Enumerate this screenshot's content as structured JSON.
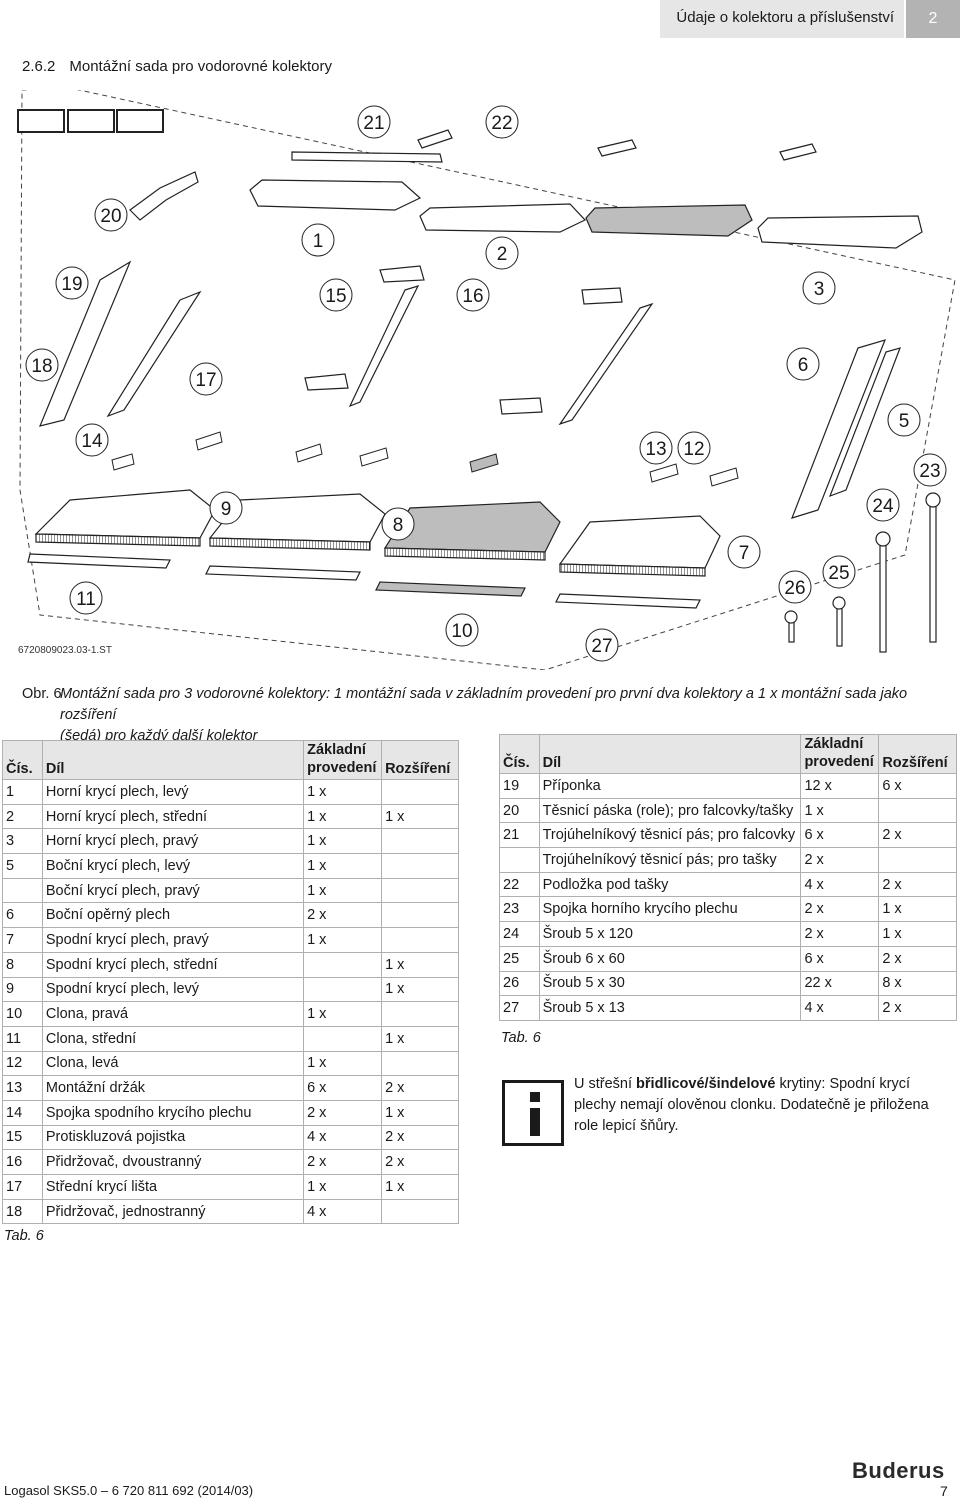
{
  "header": {
    "title": "Údaje o kolektoru a příslušenství",
    "chapter": "2"
  },
  "section": {
    "number": "2.6.2",
    "title": "Montážní sada pro vodorovné kolektory"
  },
  "figure": {
    "code": "6720809023.03-1.ST",
    "callouts": [
      "1",
      "2",
      "3",
      "5",
      "6",
      "7",
      "8",
      "9",
      "10",
      "11",
      "12",
      "13",
      "14",
      "15",
      "16",
      "17",
      "18",
      "19",
      "20",
      "21",
      "22",
      "23",
      "24",
      "25",
      "26",
      "27"
    ]
  },
  "caption": {
    "label": "Obr.",
    "number": "6",
    "text_line1": "Montážní sada pro 3 vodorovné kolektory: 1 montážní sada v základním provedení pro první dva kolektory a 1 x montážní sada jako rozšíření",
    "text_line2": "(šedá) pro každý další kolektor"
  },
  "table_headers": {
    "num": "Čís.",
    "part": "Díl",
    "base_line1": "Základní",
    "base_line2": "provedení",
    "ext": "Rozšíření"
  },
  "table_left": [
    {
      "num": "1",
      "part": "Horní krycí plech, levý",
      "base": "1 x",
      "ext": ""
    },
    {
      "num": "2",
      "part": "Horní krycí plech, střední",
      "base": "1 x",
      "ext": "1 x"
    },
    {
      "num": "3",
      "part": "Horní krycí plech, pravý",
      "base": "1 x",
      "ext": ""
    },
    {
      "num": "5",
      "part": "Boční krycí plech, levý",
      "base": "1 x",
      "ext": ""
    },
    {
      "num": "",
      "part": "Boční krycí plech, pravý",
      "base": "1 x",
      "ext": ""
    },
    {
      "num": "6",
      "part": "Boční opěrný plech",
      "base": "2 x",
      "ext": ""
    },
    {
      "num": "7",
      "part": "Spodní krycí plech, pravý",
      "base": "1 x",
      "ext": ""
    },
    {
      "num": "8",
      "part": "Spodní krycí plech, střední",
      "base": "",
      "ext": "1 x"
    },
    {
      "num": "9",
      "part": "Spodní krycí plech, levý",
      "base": "",
      "ext": "1 x"
    },
    {
      "num": "10",
      "part": "Clona, pravá",
      "base": "1 x",
      "ext": ""
    },
    {
      "num": "11",
      "part": "Clona, střední",
      "base": "",
      "ext": "1 x"
    },
    {
      "num": "12",
      "part": "Clona, levá",
      "base": "1 x",
      "ext": ""
    },
    {
      "num": "13",
      "part": "Montážní držák",
      "base": "6 x",
      "ext": "2 x"
    },
    {
      "num": "14",
      "part": "Spojka spodního krycího plechu",
      "base": "2 x",
      "ext": "1 x"
    },
    {
      "num": "15",
      "part": "Protiskluzová pojistka",
      "base": "4 x",
      "ext": "2 x"
    },
    {
      "num": "16",
      "part": "Přidržovač, dvoustranný",
      "base": "2 x",
      "ext": "2 x"
    },
    {
      "num": "17",
      "part": "Střední krycí lišta",
      "base": "1 x",
      "ext": "1 x"
    },
    {
      "num": "18",
      "part": "Přidržovač, jednostranný",
      "base": "4 x",
      "ext": ""
    }
  ],
  "table_right": [
    {
      "num": "19",
      "part": "Příponka",
      "base": "12 x",
      "ext": "6 x"
    },
    {
      "num": "20",
      "part": "Těsnicí páska (role); pro falcovky/tašky",
      "base": "1 x",
      "ext": ""
    },
    {
      "num": "21",
      "part": "Trojúhelníkový těsnicí pás; pro falcovky",
      "base": "6 x",
      "ext": "2 x"
    },
    {
      "num": "",
      "part": "Trojúhelníkový těsnicí pás; pro tašky",
      "base": "2 x",
      "ext": ""
    },
    {
      "num": "22",
      "part": "Podložka pod tašky",
      "base": "4 x",
      "ext": "2 x"
    },
    {
      "num": "23",
      "part": "Spojka horního krycího plechu",
      "base": "2 x",
      "ext": "1 x"
    },
    {
      "num": "24",
      "part": "Šroub 5 x 120",
      "base": "2 x",
      "ext": "1 x"
    },
    {
      "num": "25",
      "part": "Šroub 6 x 60",
      "base": "6 x",
      "ext": "2 x"
    },
    {
      "num": "26",
      "part": "Šroub 5 x 30",
      "base": "22 x",
      "ext": "8 x"
    },
    {
      "num": "27",
      "part": "Šroub 5 x 13",
      "base": "4 x",
      "ext": "2 x"
    }
  ],
  "tab_label_left": "Tab. 6",
  "tab_label_right": "Tab. 6",
  "info": {
    "text_before": "U střešní ",
    "text_bold": "břidlicové/šindelové",
    "text_after": " krytiny: Spodní krycí plechy nemají olověnou clonku. Dodatečně je přiložena role lepicí šňůry."
  },
  "footer": {
    "doc": "Logasol SKS5.0 – 6 720 811 692 (2014/03)",
    "brand": "Buderus",
    "page": "7"
  }
}
